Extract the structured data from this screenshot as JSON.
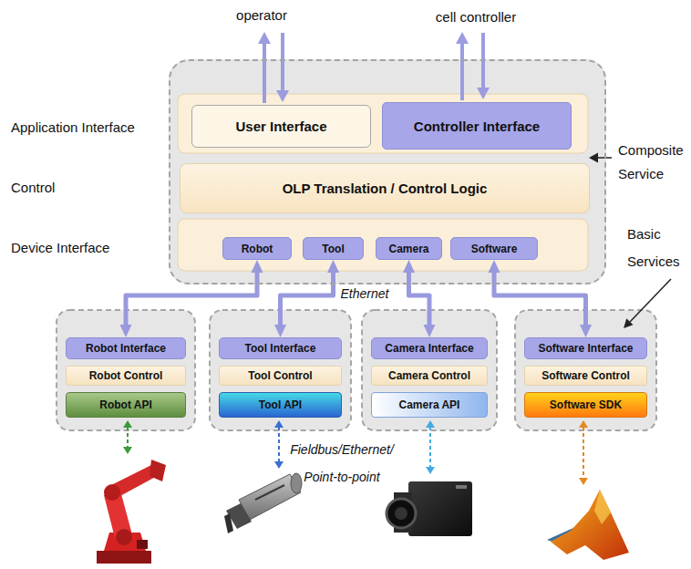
{
  "diagram": {
    "nodes": [
      {
        "text": [
          "Composite Service"
        ]
      },
      {
        "text": [
          "User Interface"
        ],
        "in": 0
      },
      {
        "text": [
          "Controller Interface"
        ],
        "in": 0
      },
      {
        "text": [
          "OLP Translation / Control Logic"
        ],
        "in": 0
      },
      {
        "text": [
          "Robot"
        ],
        "in": 0
      },
      {
        "text": [
          "Tool"
        ],
        "in": 0
      },
      {
        "text": [
          "Camera"
        ],
        "in": 0
      },
      {
        "text": [
          "Software"
        ],
        "in": 0
      },
      {
        "text": [
          "Robot Interface"
        ]
      },
      {
        "text": [
          "Robot Control"
        ]
      },
      {
        "text": [
          "Robot API"
        ]
      },
      {
        "text": [
          "Tool Interface"
        ]
      },
      {
        "text": [
          "Tool Control"
        ]
      },
      {
        "text": [
          "Tool API"
        ]
      },
      {
        "text": [
          "Camera Interface"
        ]
      },
      {
        "text": [
          "Camera Control"
        ]
      },
      {
        "text": [
          "Camera API"
        ]
      },
      {
        "text": [
          "Software Interface"
        ]
      },
      {
        "text": [
          "Software Control"
        ]
      },
      {
        "text": [
          "Software SDK"
        ]
      }
    ],
    "edges": [
      {
        "from": 4,
        "to": 8,
        "arrow": "both"
      },
      {
        "from": 5,
        "to": 11,
        "arrow": "both"
      },
      {
        "from": 6,
        "to": 14,
        "arrow": "both"
      },
      {
        "from": 7,
        "to": 17,
        "arrow": "both"
      }
    ],
    "labels": [
      "operator",
      "cell controller",
      "Application Interface",
      "Control",
      "Device Interface",
      "Basic Services",
      "Ethernet",
      "Fieldbus/Ethernet/ Point-to-point"
    ]
  }
}
